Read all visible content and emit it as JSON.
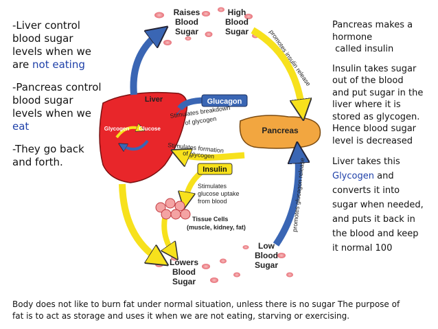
{
  "left_text": {
    "p1_a": "-Liver control",
    "p1_b": "blood sugar",
    "p1_c": "levels when we",
    "p1_d_pre": "are ",
    "p1_d_blue": "not eating",
    "p2_a": "-Pancreas control",
    "p2_b": "blood sugar",
    "p2_c": "levels when we",
    "p2_d_blue": "eat",
    "p3_a": "-They go back",
    "p3_b": "and forth."
  },
  "right_text": {
    "p1_a": "Pancreas makes a",
    "p1_b": "hormone",
    "p1_c": " called insulin",
    "p2_a": "Insulin takes sugar",
    "p2_b": "out of the blood",
    "p2_c": "and put sugar in the",
    "p2_d": "liver where it is",
    "p2_e": "stored as glycogen.",
    "p2_f": "Hence blood sugar",
    "p2_g": "level is decreased",
    "p3_a": "Liver takes this",
    "p3_b_blue": "Glycogen",
    "p3_b_post": " and",
    "p3_c": "converts it into",
    "p3_d": "sugar when needed,",
    "p3_e": "and puts it back in",
    "p3_f": "the blood and  keep",
    "p3_g": "it normal 100"
  },
  "bottom_note": {
    "line1": "Body does not like to burn fat under normal situation, unless there is no sugar The purpose of",
    "line2": "fat is to act as storage and uses it when we are not eating, starving or exercising."
  },
  "diagram": {
    "raises_1": "Raises",
    "raises_2": "Blood",
    "raises_3": "Sugar",
    "high_1": "High",
    "high_2": "Blood",
    "high_3": "Sugar",
    "low_1": "Low",
    "low_2": "Blood",
    "low_3": "Sugar",
    "lowers_1": "Lowers",
    "lowers_2": "Blood",
    "lowers_3": "Sugar",
    "liver": "Liver",
    "glycogen": "Glycogen",
    "glucose": "Glucose",
    "glucagon": "Glucagon",
    "pancreas": "Pancreas",
    "insulin": "Insulin",
    "stim_breakdown_1": "Stimulates breakdown",
    "stim_breakdown_2": "of glycogen",
    "stim_formation_1": "Stimulates formation",
    "stim_formation_2": "of glycogen",
    "stim_uptake_1": "Stimulates",
    "stim_uptake_2": "glucose uptake",
    "stim_uptake_3": "from blood",
    "tissue_1": "Tissue Cells",
    "tissue_2": "(muscle, kidney, fat)",
    "promotes_insulin": "promotes insulin release",
    "promotes_glucagon": "promotes glucagon release"
  },
  "colors": {
    "liver": "#e8262a",
    "pancreas": "#f2a640",
    "yellow_arrow": "#f7e11c",
    "blue_arrow": "#3a66b4",
    "blue_text": "#1d3fa8",
    "cells": "#f4a3a3"
  }
}
